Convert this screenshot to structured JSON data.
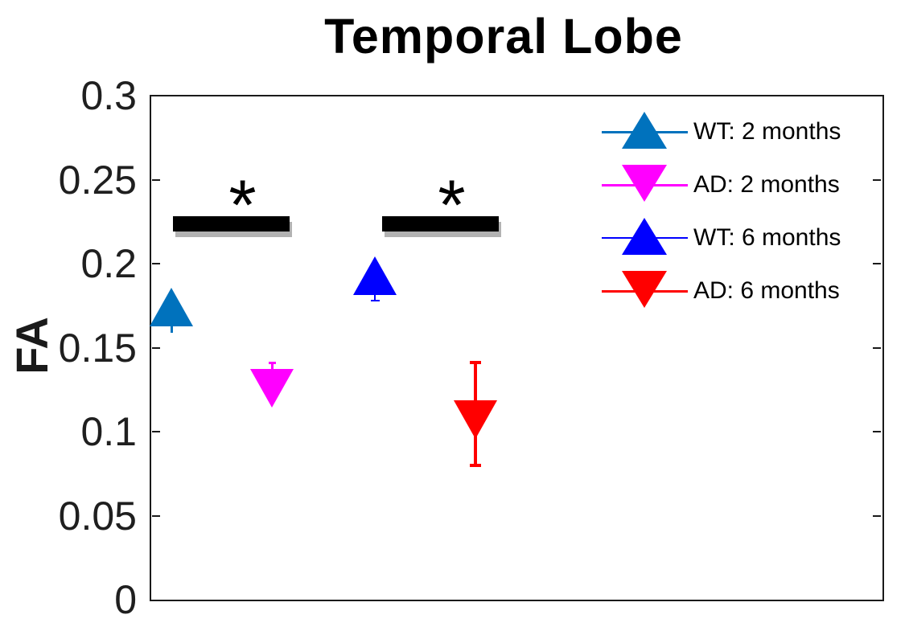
{
  "title": "Temporal Lobe",
  "chart_data": {
    "type": "scatter",
    "title": "Temporal Lobe",
    "xlabel": "",
    "ylabel": "FA",
    "ylim": [
      0,
      0.3
    ],
    "yticks": [
      0,
      0.05,
      0.1,
      0.15,
      0.2,
      0.25,
      0.3
    ],
    "ytick_labels": [
      "0",
      "0.05",
      "0.1",
      "0.15",
      "0.2",
      "0.25",
      "0.3"
    ],
    "grid": false,
    "legend_position": "inside-top-right",
    "series": [
      {
        "name": "WT: 2 months",
        "color": "#0072BD",
        "marker": "triangle-up",
        "value": 0.174,
        "whisker_low": 0.159,
        "whisker_high": null
      },
      {
        "name": "AD: 2 months",
        "color": "#FF00FF",
        "marker": "triangle-down",
        "value": 0.126,
        "whisker_low": null,
        "whisker_high": 0.141
      },
      {
        "name": "WT: 6 months",
        "color": "#0000FF",
        "marker": "triangle-up",
        "value": 0.193,
        "whisker_low": 0.178,
        "whisker_high": null
      },
      {
        "name": "AD: 6 months",
        "color": "#FF0000",
        "marker": "triangle-down",
        "value": 0.107,
        "whisker_low": 0.08,
        "whisker_high": 0.141
      }
    ],
    "significance": [
      {
        "between": [
          "WT: 2 months",
          "AD: 2 months"
        ],
        "y": 0.2237,
        "label": "*"
      },
      {
        "between": [
          "WT: 6 months",
          "AD: 6 months"
        ],
        "y": 0.2237,
        "label": "*"
      }
    ]
  }
}
